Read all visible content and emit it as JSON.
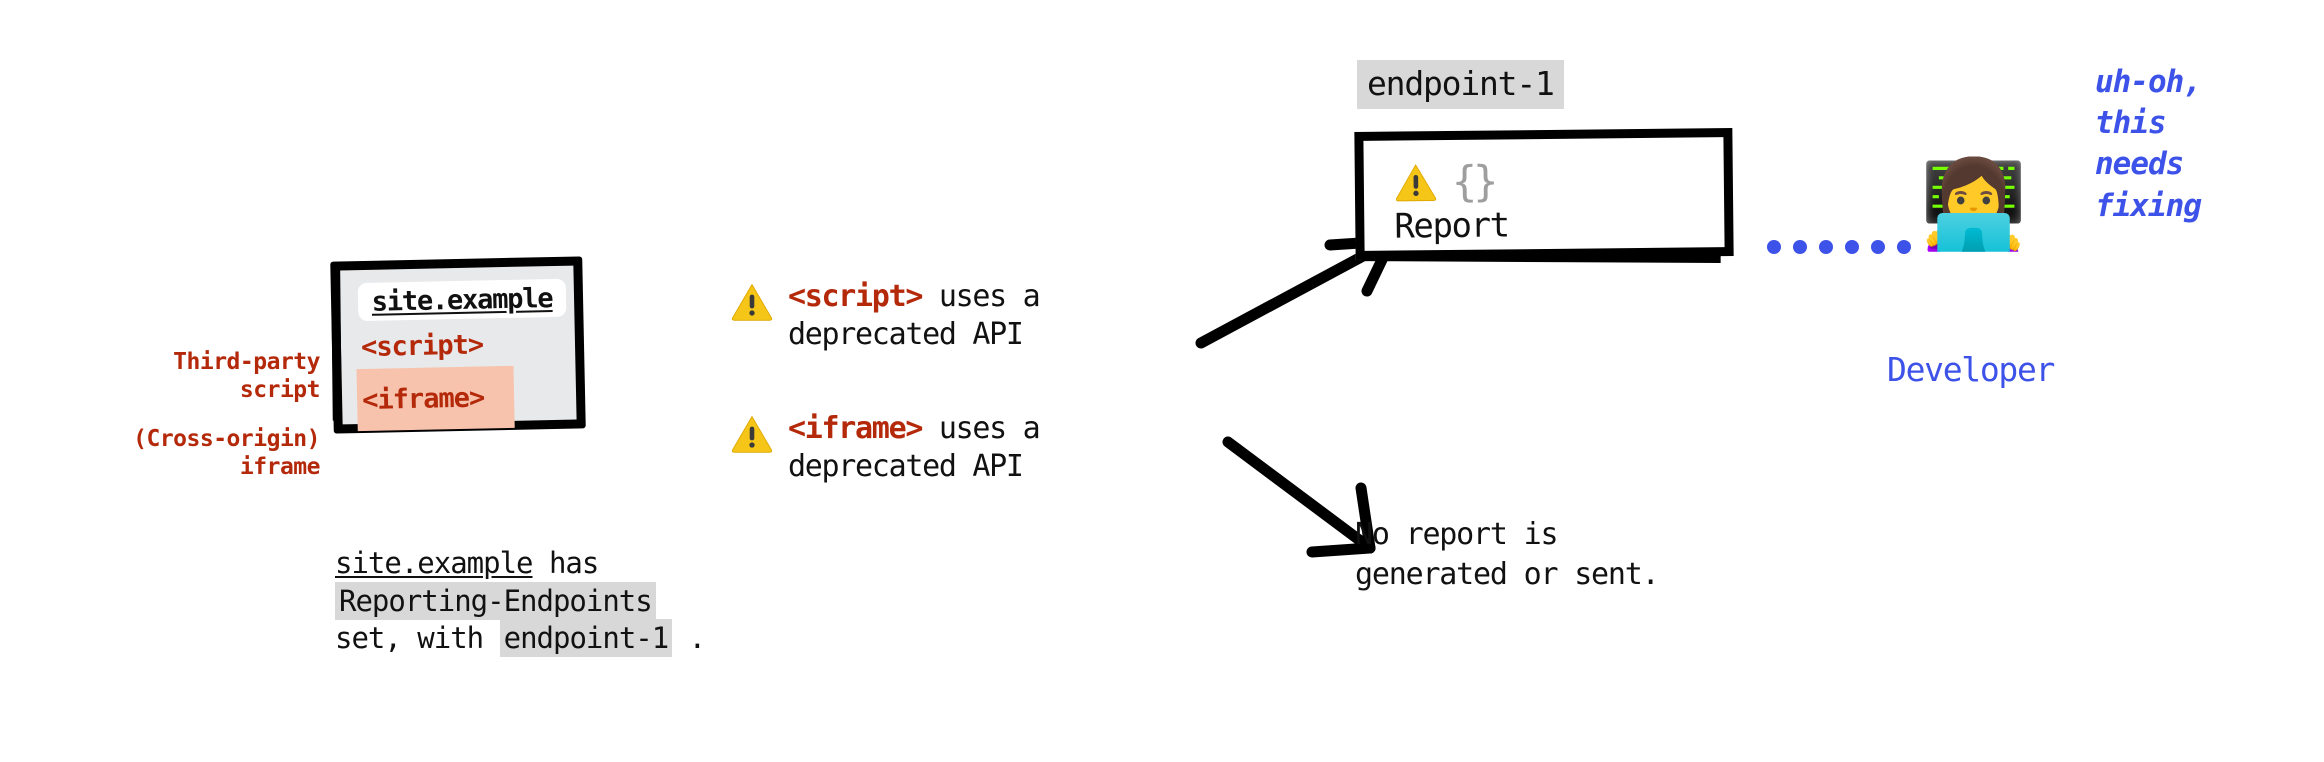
{
  "diagram": {
    "title": "Reporting API third-party script and cross-origin iframe reporting flow",
    "colors": {
      "red": "#B5290B",
      "blue": "#3D52E8",
      "warning_yellow": "#F5C518",
      "iframe_highlight": "#F7C3AD",
      "chip_gray": "#D8D8D8",
      "browser_body": "#E8E9EB"
    }
  },
  "side_labels": {
    "script": "Third-party\nscript",
    "iframe": "(Cross-origin)\niframe"
  },
  "browser": {
    "url": "site.example",
    "script_tag": "<script>",
    "iframe_tag": "<iframe>"
  },
  "caption": {
    "site": "site.example",
    "has": " has",
    "header": "Reporting-Endpoints",
    "set_with": "set, with ",
    "endpoint": "endpoint-1",
    "period": " ."
  },
  "warnings": [
    {
      "icon": "warning-triangle-icon",
      "tag": "<script>",
      "rest": " uses a",
      "line2": "deprecated API"
    },
    {
      "icon": "warning-triangle-icon",
      "tag": "<iframe>",
      "rest": " uses a",
      "line2": "deprecated API"
    }
  ],
  "report": {
    "endpoint_chip": "endpoint-1",
    "braces": "{}",
    "label": "Report",
    "icon": "warning-triangle-icon"
  },
  "no_report": "No report is\ngenerated or sent.",
  "developer": {
    "emoji": "👩‍💻",
    "label": "Developer",
    "quote": "uh-oh,\nthis\nneeds\nfixing",
    "connector_dots": 6
  }
}
